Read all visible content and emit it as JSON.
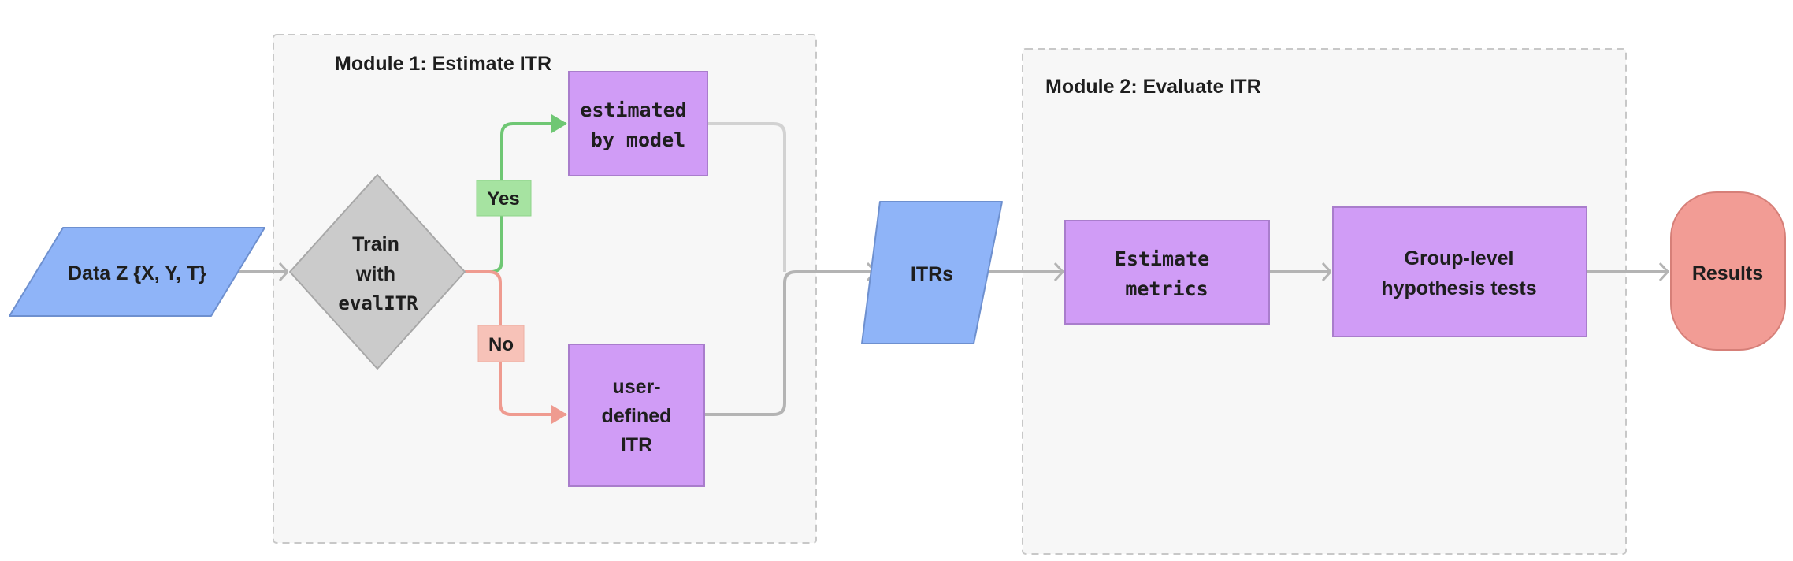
{
  "modules": {
    "module1_title": "Module 1: Estimate ITR",
    "module2_title": "Module 2: Evaluate ITR"
  },
  "nodes": {
    "data": "Data Z {X, Y, T}",
    "decision": {
      "line1": "Train",
      "line2": "with",
      "line3": "evalITR"
    },
    "estimated": {
      "line1": "estimated",
      "line2": "by model"
    },
    "user_defined": {
      "line1": "user-",
      "line2": "defined",
      "line3": "ITR"
    },
    "itrs": "ITRs",
    "estimate_metrics": {
      "line1": "Estimate",
      "line2": "metrics"
    },
    "hypothesis": {
      "line1": "Group-level",
      "line2": "hypothesis tests"
    },
    "results": "Results"
  },
  "branches": {
    "yes": "Yes",
    "no": "No"
  },
  "colors": {
    "input_fill": "#8fb4f8",
    "decision_fill": "#cbcbcb",
    "process_fill": "#d09cf6",
    "terminal_fill": "#f29c95",
    "yes_color": "#6fc774",
    "yes_label_fill": "#a6e3a1",
    "no_color": "#ef9b90",
    "no_label_fill": "#f7c2b8",
    "connector": "#b4b4b4",
    "module_fill": "#f7f7f7",
    "module_border": "#c8c8c8"
  }
}
